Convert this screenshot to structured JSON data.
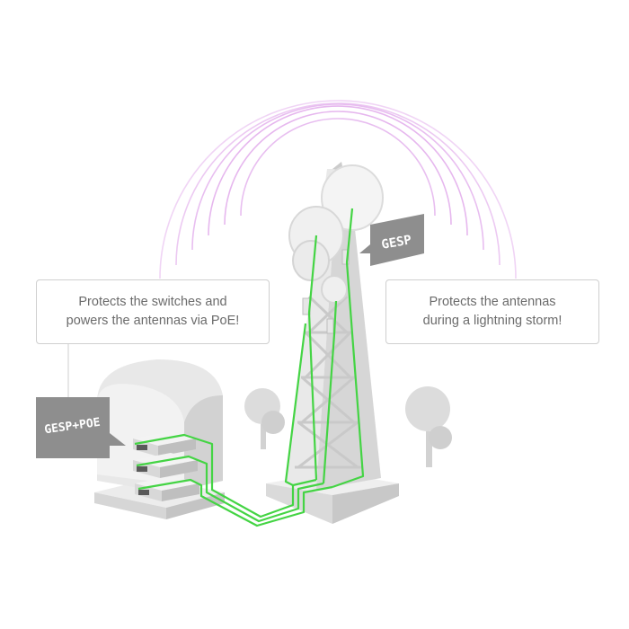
{
  "callouts": {
    "left": {
      "line1": "Protects the switches and",
      "line2": "powers the antennas via PoE!"
    },
    "right": {
      "line1": "Protects the antennas",
      "line2": "during a lightning storm!"
    }
  },
  "tags": {
    "gesp_poe": "GESP+POE",
    "gesp": "GESP"
  },
  "colors": {
    "cable_green": "#3fd43f",
    "radio_waves": "#e8b8ee",
    "tag_gray": "#8f8f8f",
    "structure_light": "#efefef",
    "structure_mid": "#dcdcdc",
    "structure_dark": "#c4c4c4"
  }
}
